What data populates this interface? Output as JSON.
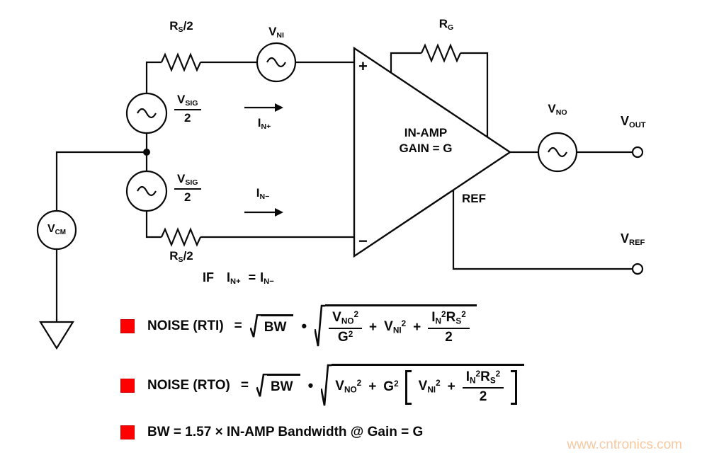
{
  "sym": {
    "V": "V",
    "R": "R",
    "I": "I",
    "G": "G",
    "BW": "BW",
    "NO": "NO",
    "NI": "NI",
    "N": "N",
    "S": "S",
    "CM": "CM",
    "SIG": "SIG",
    "OUT": "OUT",
    "REF": "REF",
    "Nplus": "N+",
    "Nminus": "N−",
    "two": "2",
    "sup2": "2",
    "slash2": "/2",
    "plus": "+",
    "eq": "=",
    "dot": "•",
    "if": "IF"
  },
  "circuit": {
    "amp_line1": "IN-AMP",
    "amp_line2": "GAIN = G",
    "plus_input": "+",
    "minus_input": "−",
    "ref_label": "REF"
  },
  "formulas": {
    "bullet_color": "#ff0000",
    "rti_label": "NOISE (RTI)",
    "rto_label": "NOISE (RTO)",
    "bw_text": "BW = 1.57 × IN-AMP Bandwidth @ Gain = G"
  },
  "watermark": {
    "text": "www.cntronics.com",
    "color": "#f6c9a2"
  }
}
